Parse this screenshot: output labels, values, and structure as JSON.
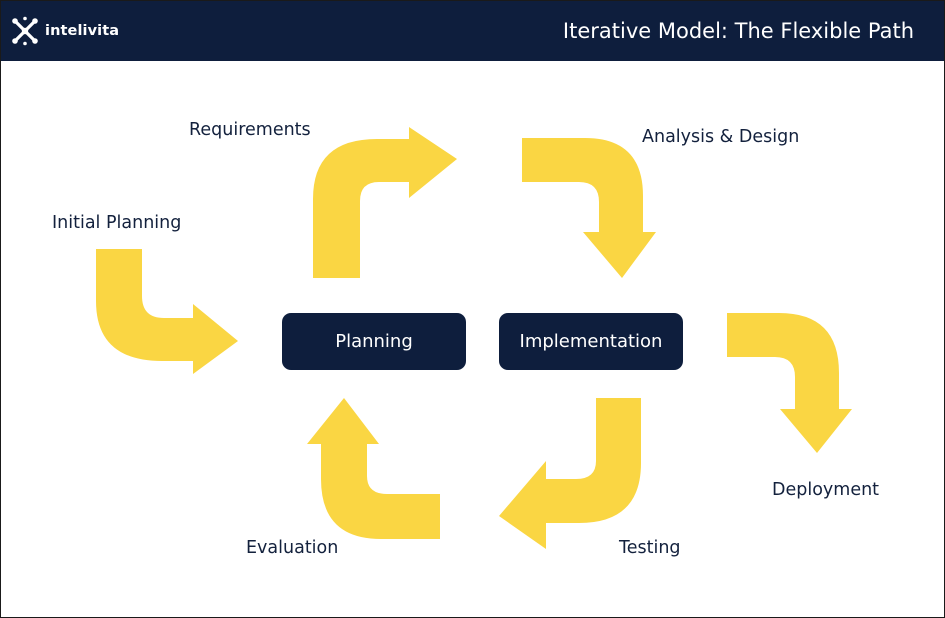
{
  "header": {
    "brand": "intelivita",
    "title": "Iterative Model: The Flexible Path",
    "icon": "brand-logo-icon",
    "background_color": "#0e1e3d"
  },
  "diagram": {
    "center_boxes": [
      {
        "label": "Planning"
      },
      {
        "label": "Implementation"
      }
    ],
    "stages": [
      {
        "label": "Initial Planning"
      },
      {
        "label": "Requirements"
      },
      {
        "label": "Analysis & Design"
      },
      {
        "label": "Deployment"
      },
      {
        "label": "Testing"
      },
      {
        "label": "Evaluation"
      }
    ],
    "arrow_color": "#fad643",
    "box_color": "#0e1e3d",
    "text_color": "#13213d"
  }
}
